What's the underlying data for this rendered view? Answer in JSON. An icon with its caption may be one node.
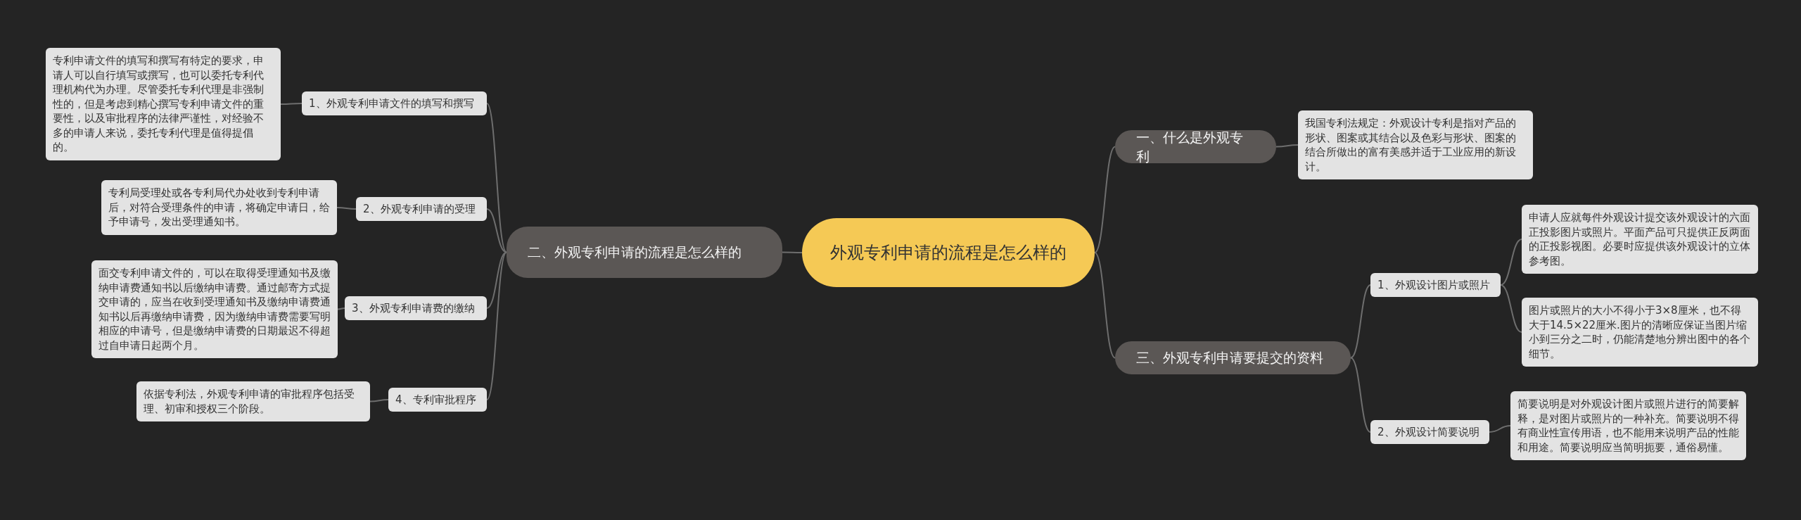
{
  "diagram": {
    "nodes": [
      {
        "text": [
          "外观专利申请的流程是怎么样的"
        ]
      },
      {
        "text": [
          "二、外观专利申请的流程是怎么样的"
        ]
      },
      {
        "text": [
          "1、外观专利申请文件的填写和撰写"
        ]
      },
      {
        "text": [
          "专利申请文件的填写和撰写有特定的要求，申请人可以自行填写或撰写，也可以委托专利代理机构代为办理。尽管委托专利代理是非强制性的，但是考虑到精心撰写专利申请文件的重要性，以及审批程序的法律严谨性，对经验不多的申请人来说，委托专利代理是值得提倡的。"
        ]
      },
      {
        "text": [
          "2、外观专利申请的受理"
        ]
      },
      {
        "text": [
          "专利局受理处或各专利局代办处收到专利申请后，对符合受理条件的申请，将确定申请日，给予申请号，发出受理通知书。"
        ]
      },
      {
        "text": [
          "3、外观专利申请费的缴纳"
        ]
      },
      {
        "text": [
          "面交专利申请文件的，可以在取得受理通知书及缴纳申请费通知书以后缴纳申请费。通过邮寄方式提交申请的，应当在收到受理通知书及缴纳申请费通知书以后再缴纳申请费，因为缴纳申请费需要写明相应的申请号，但是缴纳申请费的日期最迟不得超过自申请日起两个月。"
        ]
      },
      {
        "text": [
          "4、专利审批程序"
        ]
      },
      {
        "text": [
          "依据专利法，外观专利申请的审批程序包括受理、初审和授权三个阶段。"
        ]
      },
      {
        "text": [
          "一、什么是外观专利"
        ]
      },
      {
        "text": [
          "我国专利法规定：外观设计专利是指对产品的形状、图案或其结合以及色彩与形状、图案的结合所做出的富有美感并适于工业应用的新设计。"
        ]
      },
      {
        "text": [
          "三、外观专利申请要提交的资料"
        ]
      },
      {
        "text": [
          "1、外观设计图片或照片"
        ]
      },
      {
        "text": [
          "申请人应就每件外观设计提交该外观设计的六面正投影图片或照片。平面产品可只提供正反两面的正投影视图。必要时应提供该外观设计的立体参考图。"
        ]
      },
      {
        "text": [
          "图片或照片的大小不得小于3×8厘米，也不得大于14.5×22厘米.图片的清晰应保证当图片缩小到三分之二时，仍能清楚地分辨出图中的各个细节。"
        ]
      },
      {
        "text": [
          "2、外观设计简要说明"
        ]
      },
      {
        "text": [
          "简要说明是对外观设计图片或照片进行的简要解释，是对图片或照片的一种补充。简要说明不得有商业性宣传用语，也不能用来说明产品的性能和用途。简要说明应当简明扼要，通俗易懂。"
        ]
      }
    ],
    "edges": [
      {
        "from": 0,
        "to": 1,
        "arrow": "none"
      },
      {
        "from": 1,
        "to": 2,
        "arrow": "none"
      },
      {
        "from": 2,
        "to": 3,
        "arrow": "none"
      },
      {
        "from": 1,
        "to": 4,
        "arrow": "none"
      },
      {
        "from": 4,
        "to": 5,
        "arrow": "none"
      },
      {
        "from": 1,
        "to": 6,
        "arrow": "none"
      },
      {
        "from": 6,
        "to": 7,
        "arrow": "none"
      },
      {
        "from": 1,
        "to": 8,
        "arrow": "none"
      },
      {
        "from": 8,
        "to": 9,
        "arrow": "none"
      },
      {
        "from": 0,
        "to": 10,
        "arrow": "none"
      },
      {
        "from": 10,
        "to": 11,
        "arrow": "none"
      },
      {
        "from": 0,
        "to": 12,
        "arrow": "none"
      },
      {
        "from": 12,
        "to": 13,
        "arrow": "none"
      },
      {
        "from": 13,
        "to": 14,
        "arrow": "none"
      },
      {
        "from": 13,
        "to": 15,
        "arrow": "none"
      },
      {
        "from": 12,
        "to": 16,
        "arrow": "none"
      },
      {
        "from": 16,
        "to": 17,
        "arrow": "none"
      }
    ]
  }
}
